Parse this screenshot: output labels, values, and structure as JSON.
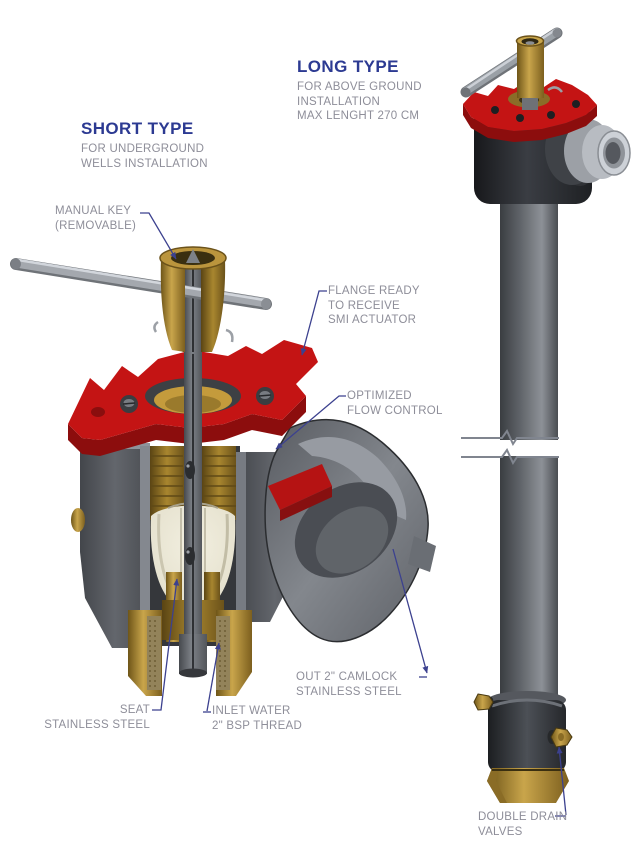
{
  "sections": {
    "long_type": {
      "title": "LONG TYPE",
      "description": "FOR ABOVE GROUND\nINSTALLATION\nMAX LENGHT 270 CM"
    },
    "short_type": {
      "title": "SHORT TYPE",
      "description": "FOR UNDERGROUND\nWELLS INSTALLATION"
    }
  },
  "callouts": {
    "manual_key": "MANUAL KEY\n(REMOVABLE)",
    "flange": "FLANGE READY\nTO RECEIVE\nSMI ACTUATOR",
    "flow_control": "OPTIMIZED\nFLOW CONTROL",
    "out_camlock": "OUT 2\" CAMLOCK\nSTAINLESS STEEL",
    "seat": "SEAT\nSTAINLESS STEEL",
    "inlet": "INLET WATER\n2\" BSP THREAD",
    "drain_valves": "DOUBLE DRAIN\nVALVES"
  },
  "colors": {
    "heading_navy": "#2c3a92",
    "label_gray": "#8e8e99",
    "leader_line": "#3c418f",
    "flange_red": "#c41414",
    "flange_red_dark": "#8c0d0d",
    "brass": "#c9a54b",
    "brass_dark": "#6e5518",
    "body_gray": "#63666c",
    "body_black": "#26282c",
    "steel_silver": "#b8bcc2",
    "ball_cream": "#eae6d4",
    "background": "#ffffff"
  }
}
